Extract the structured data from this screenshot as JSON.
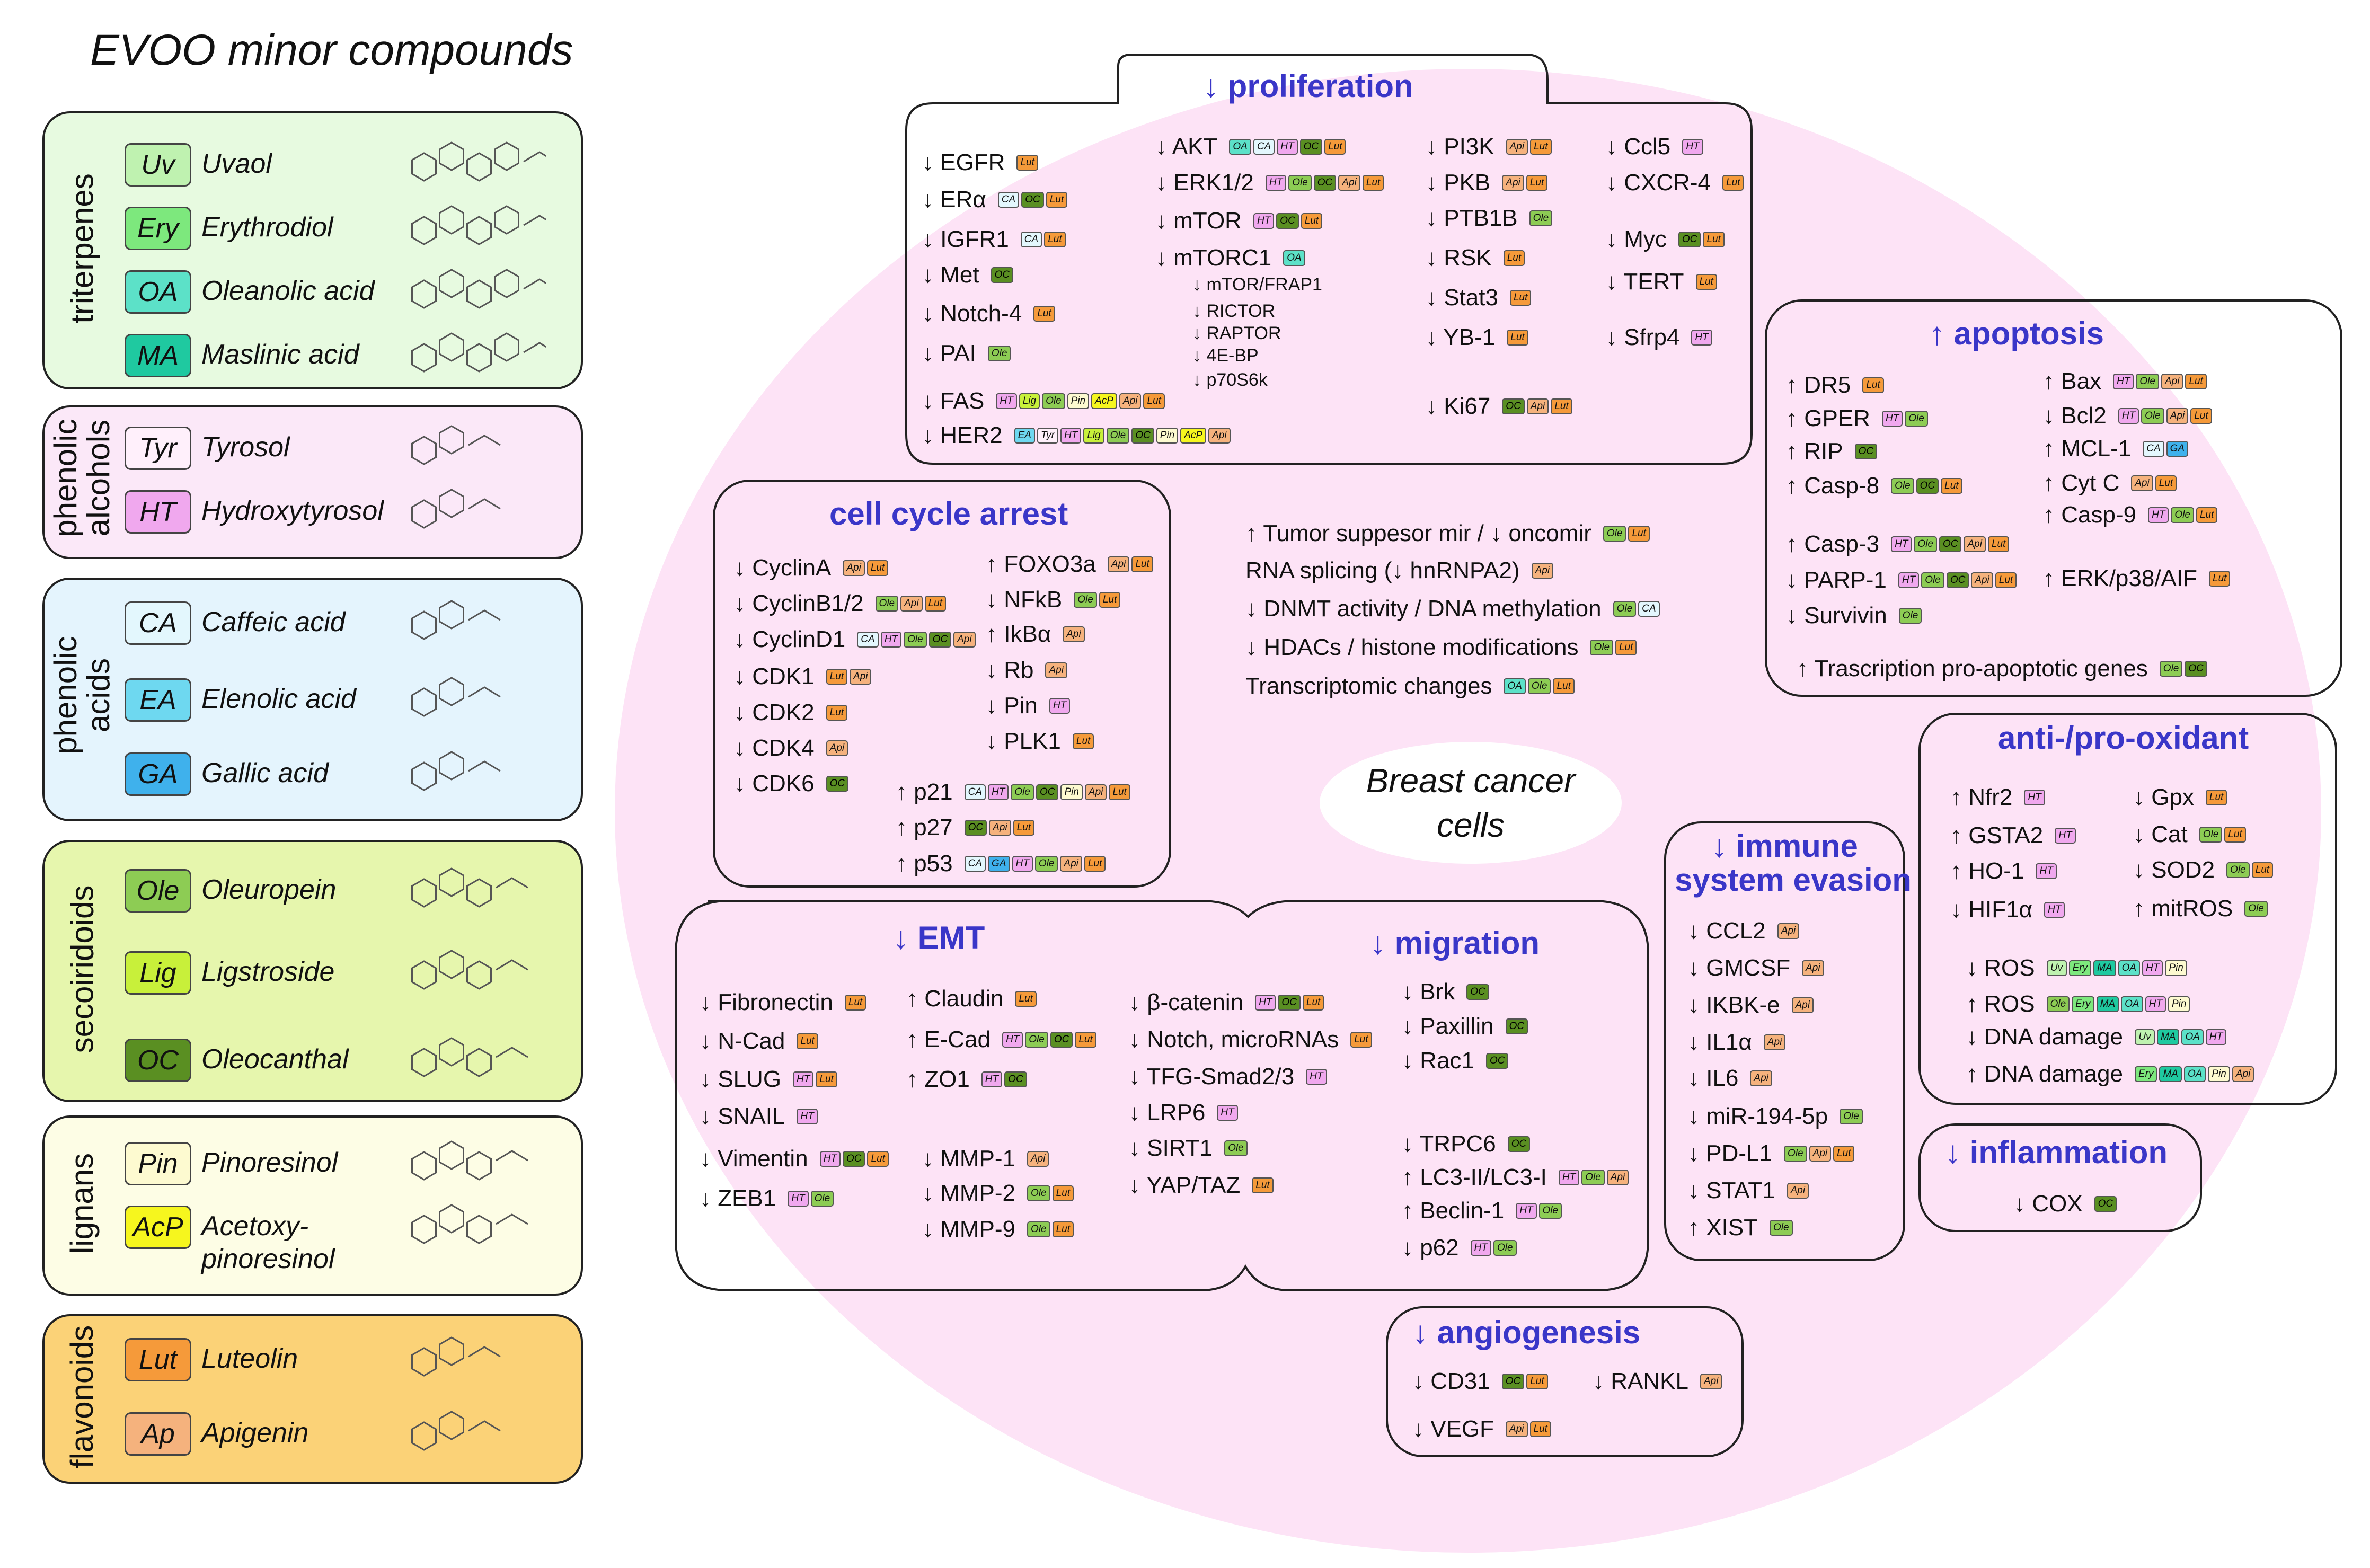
{
  "left_title": "EVOO minor compounds",
  "tag_colors": {
    "Uv": "#bff2b0",
    "Ery": "#7de87d",
    "OA": "#5ce1c8",
    "MA": "#1fc9a0",
    "Tyr": "#fff0fb",
    "HT": "#f0a8ee",
    "CA": "#e3f7fd",
    "EA": "#6ed8f0",
    "GA": "#3fb1ec",
    "Ole": "#8dcc54",
    "Lig": "#c8f03a",
    "OC": "#5a8f22",
    "Pin": "#fdfad0",
    "AcP": "#f6f61e",
    "Lut": "#f59a3a",
    "Api": "#f5b27d"
  },
  "groups": [
    {
      "title": "triterpenes",
      "bg": "#e7fae0",
      "compounds": [
        {
          "abbr": "Uv",
          "name": "Uvaol"
        },
        {
          "abbr": "Ery",
          "name": "Erythrodiol"
        },
        {
          "abbr": "OA",
          "name": "Oleanolic acid"
        },
        {
          "abbr": "MA",
          "name": "Maslinic acid"
        }
      ]
    },
    {
      "title": "phenolic alcohols",
      "bg": "#fbe8f8",
      "compounds": [
        {
          "abbr": "Tyr",
          "name": "Tyrosol"
        },
        {
          "abbr": "HT",
          "name": "Hydroxytyrosol"
        }
      ]
    },
    {
      "title": "phenolic acids",
      "bg": "#e4f4fd",
      "compounds": [
        {
          "abbr": "CA",
          "name": "Caffeic acid"
        },
        {
          "abbr": "EA",
          "name": "Elenolic acid"
        },
        {
          "abbr": "GA",
          "name": "Gallic acid"
        }
      ]
    },
    {
      "title": "secoiridoids",
      "bg": "#e6f6ad",
      "compounds": [
        {
          "abbr": "Ole",
          "name": "Oleuropein"
        },
        {
          "abbr": "Lig",
          "name": "Ligstroside"
        },
        {
          "abbr": "OC",
          "name": "Oleocanthal"
        }
      ]
    },
    {
      "title": "lignans",
      "bg": "#fdfde5",
      "compounds": [
        {
          "abbr": "Pin",
          "name": "Pinoresinol"
        },
        {
          "abbr": "AcP",
          "name": "Acetoxy-\npinoresinol"
        }
      ]
    },
    {
      "title": "flavonoids",
      "bg": "#fbd277",
      "compounds": [
        {
          "abbr": "Lut",
          "name": "Luteolin"
        },
        {
          "abbr": "Ap",
          "name": "Apigenin"
        }
      ]
    }
  ],
  "center_label": [
    "Breast cancer",
    "cells"
  ],
  "boxes": {
    "proliferation": {
      "title": "↓ proliferation",
      "items": [
        {
          "t": "↓ EGFR",
          "tags": [
            "Lut"
          ]
        },
        {
          "t": "↓ ERα",
          "tags": [
            "CA",
            "OC",
            "Lut"
          ]
        },
        {
          "t": "↓ IGFR1",
          "tags": [
            "CA",
            "Lut"
          ]
        },
        {
          "t": "↓ Met",
          "tags": [
            "OC"
          ]
        },
        {
          "t": "↓ Notch-4",
          "tags": [
            "Lut"
          ]
        },
        {
          "t": "↓ PAI",
          "tags": [
            "Ole"
          ]
        },
        {
          "t": "↓ AKT",
          "tags": [
            "OA",
            "CA",
            "HT",
            "OC",
            "Lut"
          ]
        },
        {
          "t": "↓ ERK1/2",
          "tags": [
            "HT",
            "Ole",
            "OC",
            "Api",
            "Lut"
          ]
        },
        {
          "t": "↓ mTOR",
          "tags": [
            "HT",
            "OC",
            "Lut"
          ]
        },
        {
          "t": "↓ mTORC1",
          "tags": [
            "OA"
          ]
        },
        {
          "t": "↓ mTOR/FRAP1",
          "tags": []
        },
        {
          "t": "↓ RICTOR",
          "tags": []
        },
        {
          "t": "↓ RAPTOR",
          "tags": []
        },
        {
          "t": "↓ 4E-BP",
          "tags": []
        },
        {
          "t": "↓ p70S6k",
          "tags": []
        },
        {
          "t": "↓ PI3K",
          "tags": [
            "Api",
            "Lut"
          ]
        },
        {
          "t": "↓ PKB",
          "tags": [
            "Api",
            "Lut"
          ]
        },
        {
          "t": "↓ PTB1B",
          "tags": [
            "Ole"
          ]
        },
        {
          "t": "↓ RSK",
          "tags": [
            "Lut"
          ]
        },
        {
          "t": "↓ Stat3",
          "tags": [
            "Lut"
          ]
        },
        {
          "t": "↓ YB-1",
          "tags": [
            "Lut"
          ]
        },
        {
          "t": "↓ Ccl5",
          "tags": [
            "HT"
          ]
        },
        {
          "t": "↓ CXCR-4",
          "tags": [
            "Lut"
          ]
        },
        {
          "t": "↓ Myc",
          "tags": [
            "OC",
            "Lut"
          ]
        },
        {
          "t": "↓ TERT",
          "tags": [
            "Lut"
          ]
        },
        {
          "t": "↓ Sfrp4",
          "tags": [
            "HT"
          ]
        },
        {
          "t": "↓ Ki67",
          "tags": [
            "OC",
            "Api",
            "Lut"
          ]
        },
        {
          "t": "↓ FAS",
          "tags": [
            "HT",
            "Lig",
            "Ole",
            "Pin",
            "AcP",
            "Api",
            "Lut"
          ]
        },
        {
          "t": "↓ HER2",
          "tags": [
            "EA",
            "Tyr",
            "HT",
            "Lig",
            "Ole",
            "OC",
            "Pin",
            "AcP",
            "Api"
          ]
        }
      ]
    },
    "cell_cycle": {
      "title": "cell cycle arrest",
      "items": [
        {
          "t": "↓ CyclinA",
          "tags": [
            "Api",
            "Lut"
          ]
        },
        {
          "t": "↓ CyclinB1/2",
          "tags": [
            "Ole",
            "Api",
            "Lut"
          ]
        },
        {
          "t": "↓ CyclinD1",
          "tags": [
            "CA",
            "HT",
            "Ole",
            "OC",
            "Api"
          ]
        },
        {
          "t": "↓ CDK1",
          "tags": [
            "Lut",
            "Api"
          ]
        },
        {
          "t": "↓ CDK2",
          "tags": [
            "Lut"
          ]
        },
        {
          "t": "↓ CDK4",
          "tags": [
            "Api"
          ]
        },
        {
          "t": "↓ CDK6",
          "tags": [
            "OC"
          ]
        },
        {
          "t": "↑ FOXO3a",
          "tags": [
            "Api",
            "Lut"
          ]
        },
        {
          "t": "↓ NFkB",
          "tags": [
            "Ole",
            "Lut"
          ]
        },
        {
          "t": "↑ IkBα",
          "tags": [
            "Api"
          ]
        },
        {
          "t": "↓ Rb",
          "tags": [
            "Api"
          ]
        },
        {
          "t": "↓ Pin",
          "tags": [
            "HT"
          ]
        },
        {
          "t": "↓ PLK1",
          "tags": [
            "Lut"
          ]
        },
        {
          "t": "↑ p21",
          "tags": [
            "CA",
            "HT",
            "Ole",
            "OC",
            "Pin",
            "Api",
            "Lut"
          ]
        },
        {
          "t": "↑ p27",
          "tags": [
            "OC",
            "Api",
            "Lut"
          ]
        },
        {
          "t": "↑ p53",
          "tags": [
            "CA",
            "GA",
            "HT",
            "Ole",
            "Api",
            "Lut"
          ]
        }
      ]
    },
    "middle": {
      "items": [
        {
          "t": "↑ Tumor suppesor mir / ↓ oncomir",
          "tags": [
            "Ole",
            "Lut"
          ]
        },
        {
          "t": "RNA splicing (↓ hnRNPA2)",
          "tags": [
            "Api"
          ]
        },
        {
          "t": "↓ DNMT activity / DNA methylation",
          "tags": [
            "Ole",
            "CA"
          ]
        },
        {
          "t": "↓ HDACs / histone modifications",
          "tags": [
            "Ole",
            "Lut"
          ]
        },
        {
          "t": "Transcriptomic changes",
          "tags": [
            "OA",
            "Ole",
            "Lut"
          ]
        }
      ]
    },
    "apoptosis": {
      "title": "↑ apoptosis",
      "items": [
        {
          "t": "↑ DR5",
          "tags": [
            "Lut"
          ]
        },
        {
          "t": "↑ GPER",
          "tags": [
            "HT",
            "Ole"
          ]
        },
        {
          "t": "↑ RIP",
          "tags": [
            "OC"
          ]
        },
        {
          "t": "↑ Casp-8",
          "tags": [
            "Ole",
            "OC",
            "Lut"
          ]
        },
        {
          "t": "↑ Casp-3",
          "tags": [
            "HT",
            "Ole",
            "OC",
            "Api",
            "Lut"
          ]
        },
        {
          "t": "↓ PARP-1",
          "tags": [
            "HT",
            "Ole",
            "OC",
            "Api",
            "Lut"
          ]
        },
        {
          "t": "↓ Survivin",
          "tags": [
            "Ole"
          ]
        },
        {
          "t": "↑ Bax",
          "tags": [
            "HT",
            "Ole",
            "Api",
            "Lut"
          ]
        },
        {
          "t": "↓ Bcl2",
          "tags": [
            "HT",
            "Ole",
            "Api",
            "Lut"
          ]
        },
        {
          "t": "↑ MCL-1",
          "tags": [
            "CA",
            "GA"
          ]
        },
        {
          "t": "↑ Cyt C",
          "tags": [
            "Api",
            "Lut"
          ]
        },
        {
          "t": "↑ Casp-9",
          "tags": [
            "HT",
            "Ole",
            "Lut"
          ]
        },
        {
          "t": "↑ ERK/p38/AIF",
          "tags": [
            "Lut"
          ]
        },
        {
          "t": "↑ Trascription pro-apoptotic genes",
          "tags": [
            "Ole",
            "OC"
          ]
        }
      ]
    },
    "oxidant": {
      "title": "anti-/pro-oxidant",
      "items": [
        {
          "t": "↑ Nfr2",
          "tags": [
            "HT"
          ]
        },
        {
          "t": "↑ GSTA2",
          "tags": [
            "HT"
          ]
        },
        {
          "t": "↑ HO-1",
          "tags": [
            "HT"
          ]
        },
        {
          "t": "↓ HIF1α",
          "tags": [
            "HT"
          ]
        },
        {
          "t": "↓ Gpx",
          "tags": [
            "Lut"
          ]
        },
        {
          "t": "↓ Cat",
          "tags": [
            "Ole",
            "Lut"
          ]
        },
        {
          "t": "↓ SOD2",
          "tags": [
            "Ole",
            "Lut"
          ]
        },
        {
          "t": "↑ mitROS",
          "tags": [
            "Ole"
          ]
        },
        {
          "t": "↓ ROS",
          "tags": [
            "Uv",
            "Ery",
            "MA",
            "OA",
            "HT",
            "Pin"
          ]
        },
        {
          "t": "↑ ROS",
          "tags": [
            "Ole",
            "Ery",
            "MA",
            "OA",
            "HT",
            "Pin"
          ]
        },
        {
          "t": "↓ DNA damage",
          "tags": [
            "Uv",
            "MA",
            "OA",
            "HT"
          ]
        },
        {
          "t": "↑ DNA damage",
          "tags": [
            "Ery",
            "MA",
            "OA",
            "Pin",
            "Api"
          ]
        }
      ]
    },
    "emt": {
      "title": "↓ EMT",
      "items": [
        {
          "t": "↓ Fibronectin",
          "tags": [
            "Lut"
          ]
        },
        {
          "t": "↓ N-Cad",
          "tags": [
            "Lut"
          ]
        },
        {
          "t": "↓ SLUG",
          "tags": [
            "HT",
            "Lut"
          ]
        },
        {
          "t": "↓ SNAIL",
          "tags": [
            "HT"
          ]
        },
        {
          "t": "↓ Vimentin",
          "tags": [
            "HT",
            "OC",
            "Lut"
          ]
        },
        {
          "t": "↓ ZEB1",
          "tags": [
            "HT",
            "Ole"
          ]
        },
        {
          "t": "↑ Claudin",
          "tags": [
            "Lut"
          ]
        },
        {
          "t": "↑ E-Cad",
          "tags": [
            "HT",
            "Ole",
            "OC",
            "Lut"
          ]
        },
        {
          "t": "↑ ZO1",
          "tags": [
            "HT",
            "OC"
          ]
        },
        {
          "t": "↓ MMP-1",
          "tags": [
            "Api"
          ]
        },
        {
          "t": "↓ MMP-2",
          "tags": [
            "Ole",
            "Lut"
          ]
        },
        {
          "t": "↓ MMP-9",
          "tags": [
            "Ole",
            "Lut"
          ]
        },
        {
          "t": "↓ β-catenin",
          "tags": [
            "HT",
            "OC",
            "Lut"
          ]
        },
        {
          "t": "↓ Notch, microRNAs",
          "tags": [
            "Lut"
          ]
        },
        {
          "t": "↓ TFG-Smad2/3",
          "tags": [
            "HT"
          ]
        },
        {
          "t": "↓ LRP6",
          "tags": [
            "HT"
          ]
        },
        {
          "t": "↓ SIRT1",
          "tags": [
            "Ole"
          ]
        },
        {
          "t": "↓ YAP/TAZ",
          "tags": [
            "Lut"
          ]
        }
      ]
    },
    "migration": {
      "title": "↓ migration",
      "items": [
        {
          "t": "↓ Brk",
          "tags": [
            "OC"
          ]
        },
        {
          "t": "↓ Paxillin",
          "tags": [
            "OC"
          ]
        },
        {
          "t": "↓ Rac1",
          "tags": [
            "OC"
          ]
        },
        {
          "t": "↓ TRPC6",
          "tags": [
            "OC"
          ]
        },
        {
          "t": "↑ LC3-II/LC3-I",
          "tags": [
            "HT",
            "Ole",
            "Api"
          ]
        },
        {
          "t": "↑ Beclin-1",
          "tags": [
            "HT",
            "Ole"
          ]
        },
        {
          "t": "↓ p62",
          "tags": [
            "HT",
            "Ole"
          ]
        }
      ]
    },
    "immune": {
      "title": [
        "↓ immune",
        "system evasion"
      ],
      "items": [
        {
          "t": "↓ CCL2",
          "tags": [
            "Api"
          ]
        },
        {
          "t": "↓ GMCSF",
          "tags": [
            "Api"
          ]
        },
        {
          "t": "↓ IKBK-e",
          "tags": [
            "Api"
          ]
        },
        {
          "t": "↓ IL1α",
          "tags": [
            "Api"
          ]
        },
        {
          "t": "↓ IL6",
          "tags": [
            "Api"
          ]
        },
        {
          "t": "↓ miR-194-5p",
          "tags": [
            "Ole"
          ]
        },
        {
          "t": "↓ PD-L1",
          "tags": [
            "Ole",
            "Api",
            "Lut"
          ]
        },
        {
          "t": "↓ STAT1",
          "tags": [
            "Api"
          ]
        },
        {
          "t": "↑ XIST",
          "tags": [
            "Ole"
          ]
        }
      ]
    },
    "inflammation": {
      "title": "↓ inflammation",
      "items": [
        {
          "t": "↓ COX",
          "tags": [
            "OC"
          ]
        }
      ]
    },
    "angiogenesis": {
      "title": "↓ angiogenesis",
      "items": [
        {
          "t": "↓ CD31",
          "tags": [
            "OC",
            "Lut"
          ]
        },
        {
          "t": "↓ RANKL",
          "tags": [
            "Api"
          ]
        },
        {
          "t": "↓ VEGF",
          "tags": [
            "Api",
            "Lut"
          ]
        }
      ]
    }
  }
}
